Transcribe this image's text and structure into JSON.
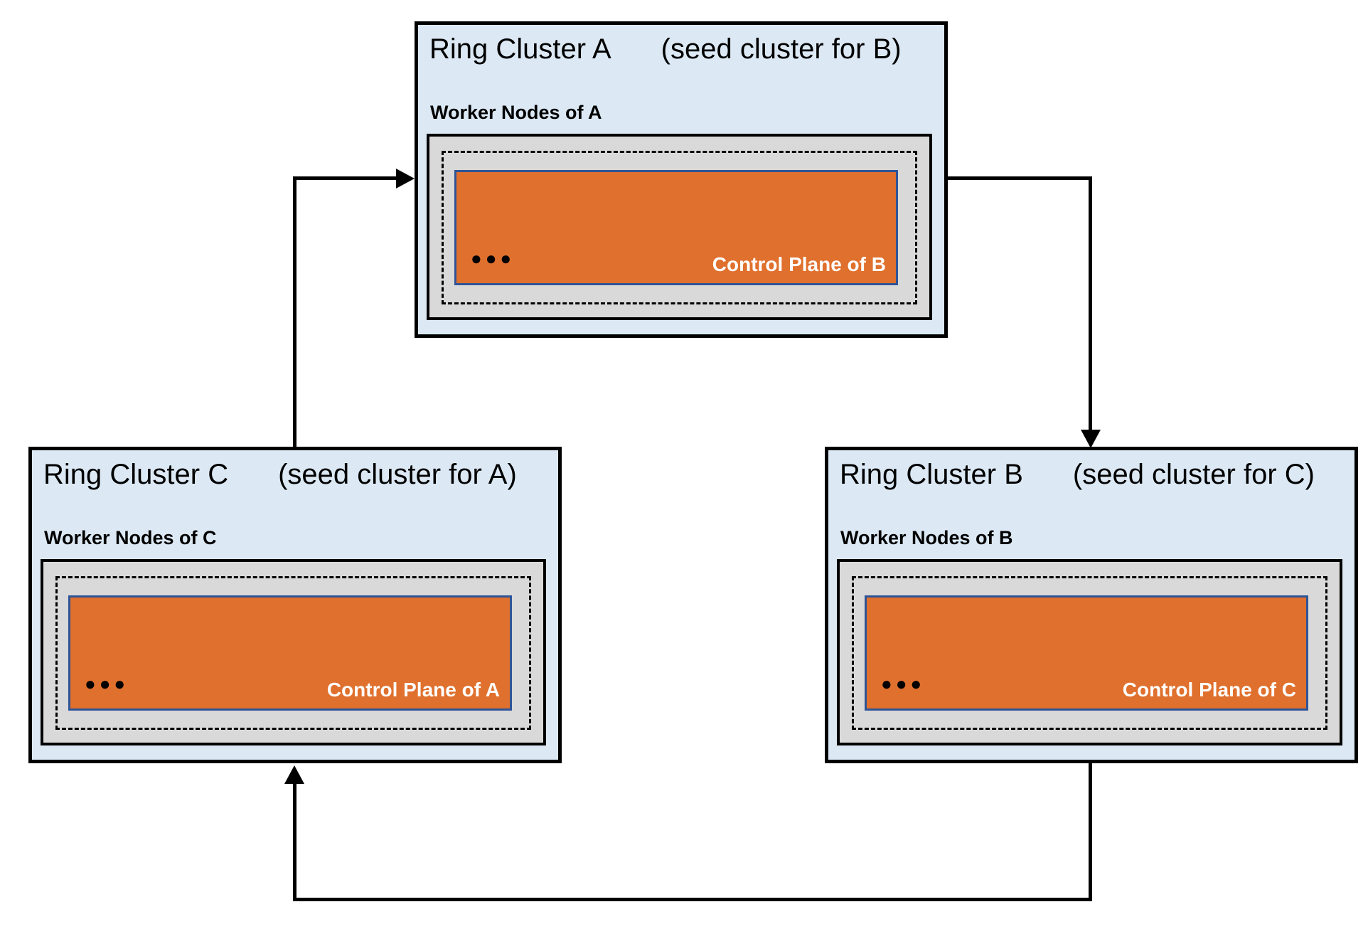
{
  "diagram": {
    "type": "ring-of-clusters",
    "colors": {
      "cluster_fill": "#dce9f5",
      "cluster_border": "#000000",
      "worker_box_fill": "#d9d9d9",
      "control_plane_fill": "#e0702d",
      "control_plane_border": "#2f5496",
      "control_plane_text": "#ffffff",
      "arrow": "#000000"
    },
    "clusters": [
      {
        "id": "A",
        "title": "Ring Cluster A",
        "seed_note": "(seed cluster for B)",
        "worker_label": "Worker Nodes of A",
        "control_label": "Control Plane of B",
        "ellipsis": "●●●"
      },
      {
        "id": "B",
        "title": "Ring Cluster B",
        "seed_note": "(seed cluster for C)",
        "worker_label": "Worker Nodes of B",
        "control_label": "Control Plane of C",
        "ellipsis": "●●●"
      },
      {
        "id": "C",
        "title": "Ring Cluster C",
        "seed_note": "(seed cluster for A)",
        "worker_label": "Worker Nodes of C",
        "control_label": "Control Plane of A",
        "ellipsis": "●●●"
      }
    ],
    "arrows": [
      {
        "from": "C",
        "to": "A"
      },
      {
        "from": "A",
        "to": "B"
      },
      {
        "from": "B",
        "to": "C"
      }
    ]
  }
}
